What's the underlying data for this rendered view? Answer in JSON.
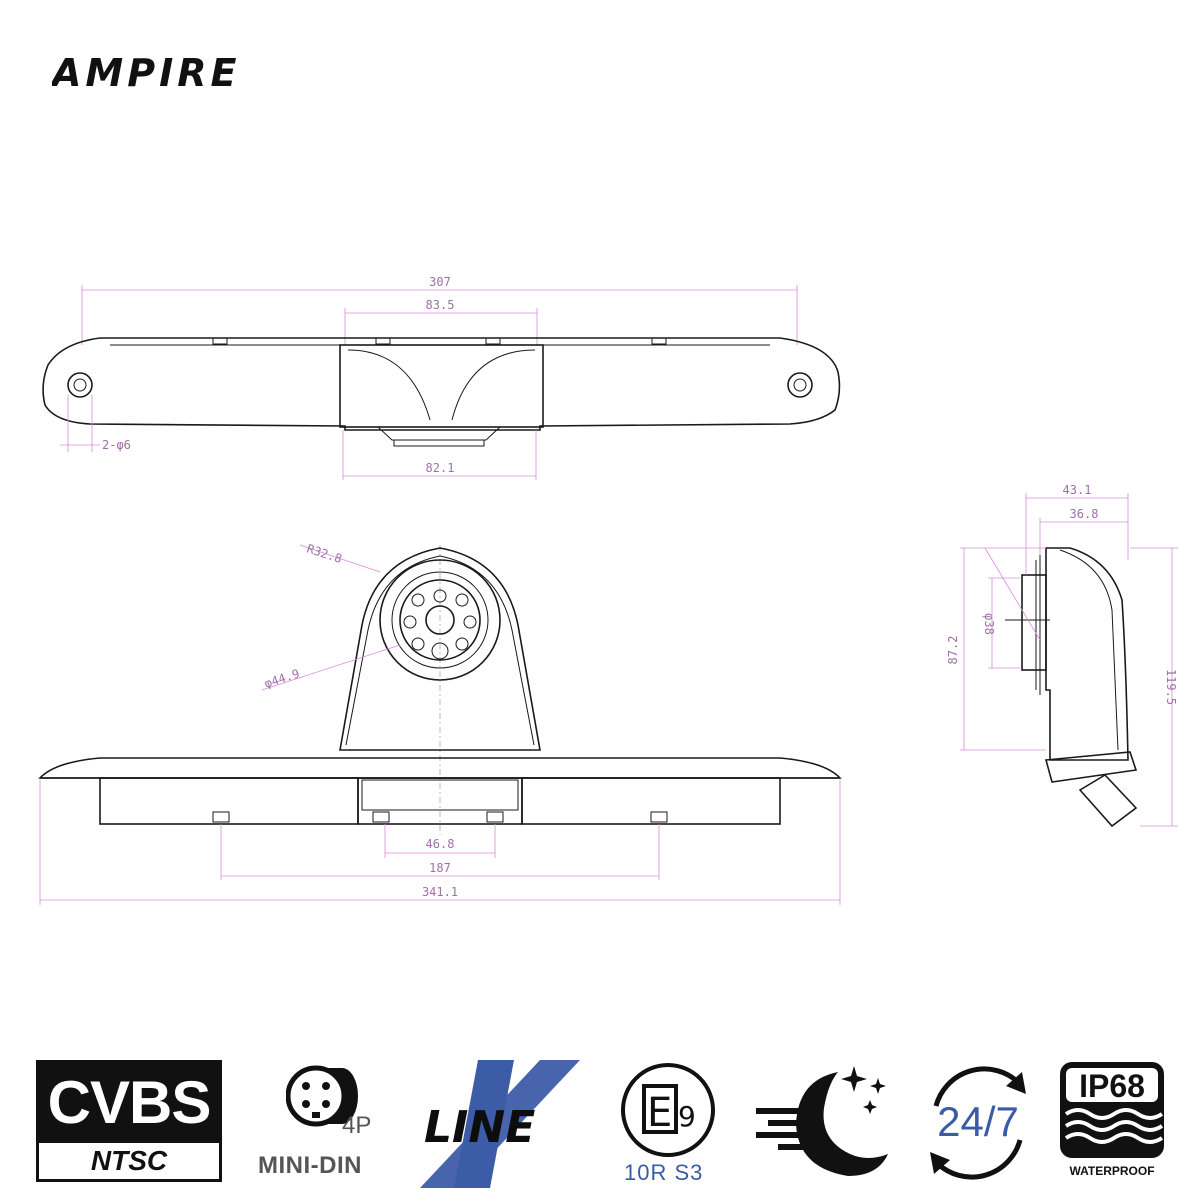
{
  "brand": {
    "name": "AMPIRE"
  },
  "dimensions": {
    "top_view": {
      "overall_width": "307",
      "center_width_top": "83.5",
      "center_width_bottom": "82.1",
      "holes": "2-φ6"
    },
    "front_view": {
      "radius": "R32.8",
      "lens_diameter": "φ44.9",
      "inner_spacing": "46.8",
      "hole_spacing": "187",
      "overall_width": "341.1"
    },
    "side_view": {
      "depth_outer": "43.1",
      "depth_inner": "36.8",
      "lens_diameter": "φ38",
      "height_inner": "87.2",
      "height_overall": "119.5"
    }
  },
  "badges": {
    "cvbs": {
      "title": "CVBS",
      "subtitle": "NTSC"
    },
    "connector": {
      "pins": "4P",
      "label": "MINI-DIN",
      "icon": "mini-din-connector-icon"
    },
    "xline": {
      "text": "LINE",
      "letter": "X",
      "accent_color": "#3d5ca8"
    },
    "e9": {
      "mark": "E",
      "number": "9",
      "sub": "10R  S3",
      "icon": "e-mark-certification-icon"
    },
    "night": {
      "icon": "night-vision-moon-icon"
    },
    "uptime": {
      "text": "24/7",
      "icon": "24-7-cycle-icon"
    },
    "ip68": {
      "title": "IP68",
      "label": "WATERPROOF",
      "icon": "waterproof-waves-icon"
    }
  }
}
